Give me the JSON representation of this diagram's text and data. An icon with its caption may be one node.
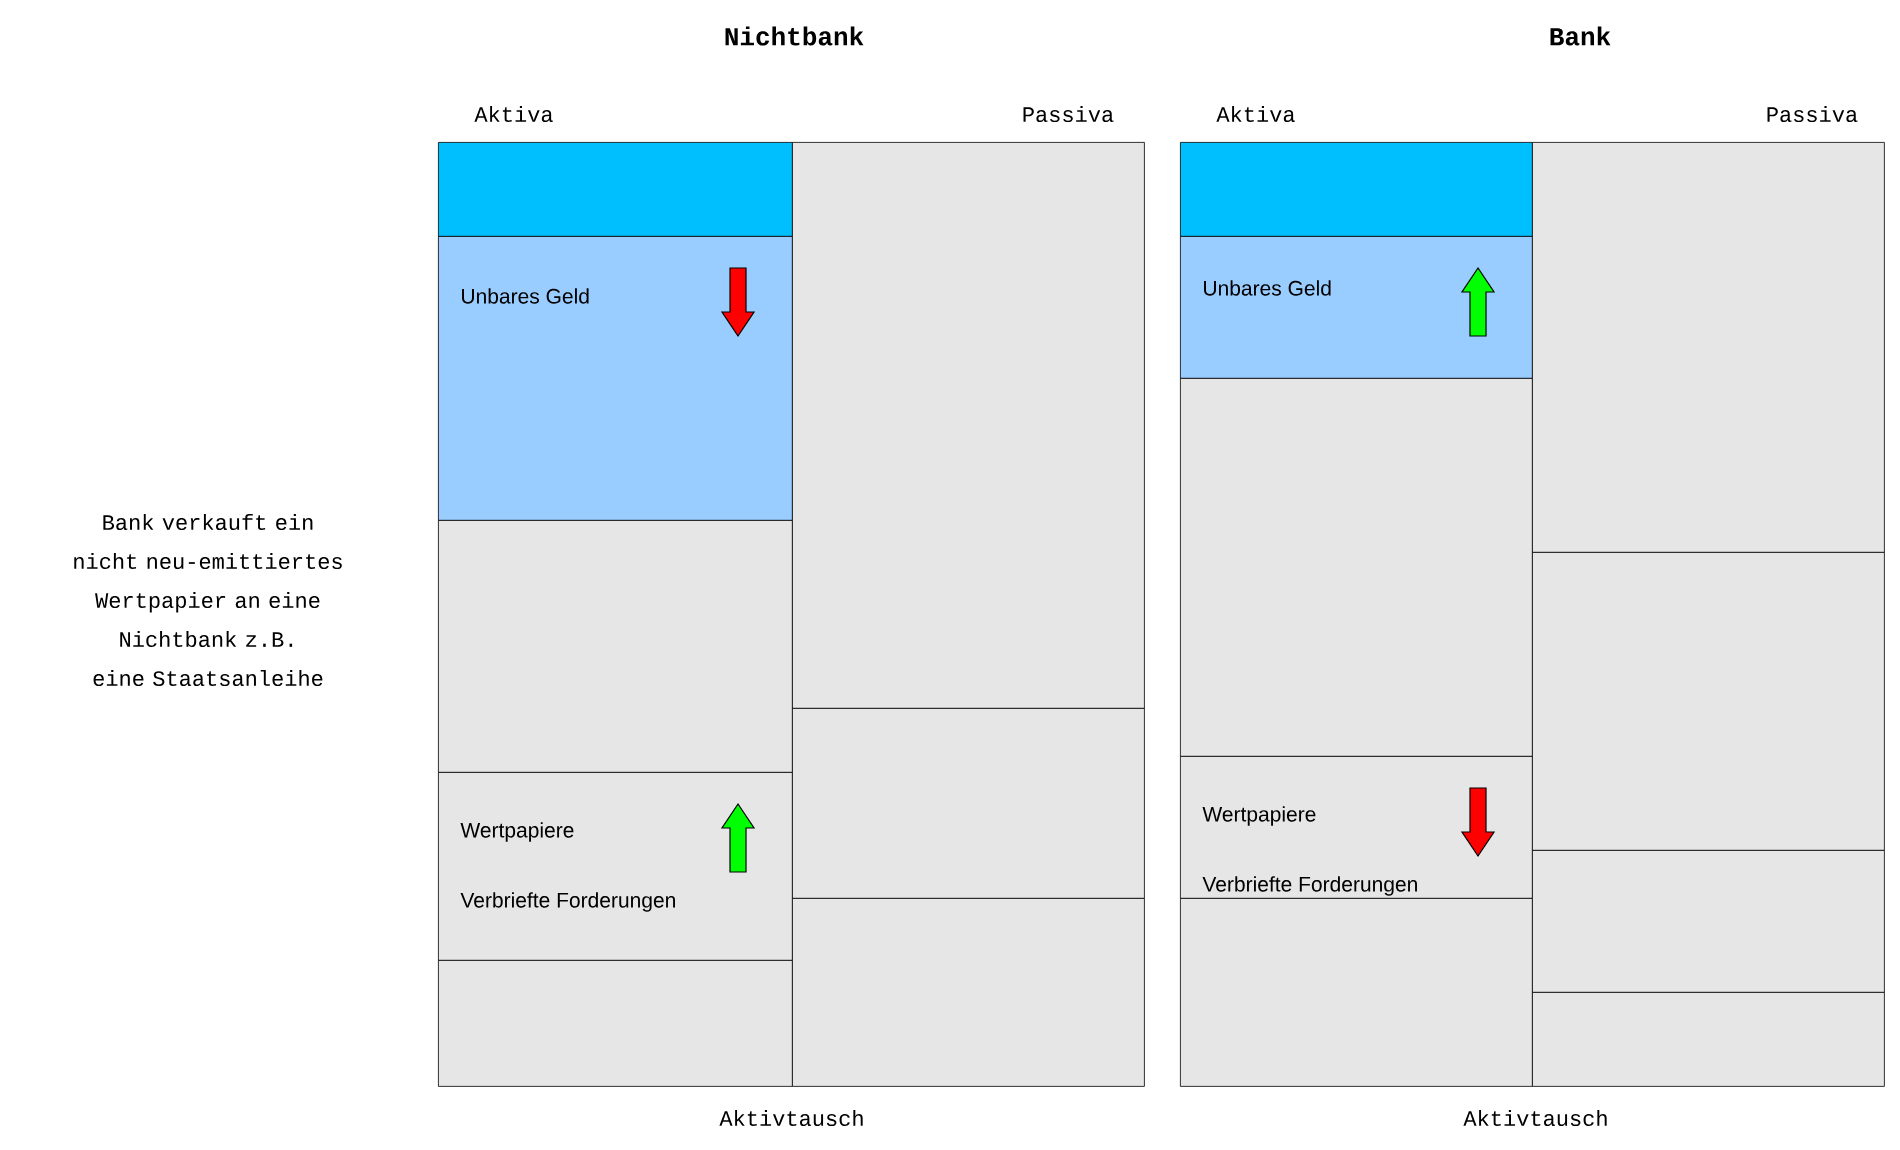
{
  "diagram": {
    "nodes": [
      {
        "text": [],
        "shape": "box"
      },
      {
        "text": [
          "Unbares Geld"
        ]
      },
      {
        "text": [],
        "shape": "box"
      },
      {
        "text": [
          "Wertpapiere",
          "Verbriefte Forderungen"
        ]
      },
      {
        "text": [],
        "shape": "box"
      },
      {
        "text": [],
        "shape": "box"
      },
      {
        "text": [],
        "shape": "box"
      },
      {
        "text": [],
        "shape": "box"
      },
      {
        "text": [],
        "shape": "box"
      },
      {
        "text": [
          "Unbares Geld"
        ]
      },
      {
        "text": [],
        "shape": "box"
      },
      {
        "text": [
          "Wertpapiere",
          "Verbriefte Forderungen"
        ]
      },
      {
        "text": [],
        "shape": "box"
      },
      {
        "text": [],
        "shape": "box"
      },
      {
        "text": [],
        "shape": "box"
      },
      {
        "text": [],
        "shape": "box"
      },
      {
        "text": [],
        "shape": "box"
      }
    ],
    "labels": [
      "Nichtbank",
      "Bank",
      "Aktiva",
      "Passiva",
      "Aktiva",
      "Passiva",
      "Bank verkauft ein nicht neu-emittiertes Wertpapier an eine Nichtbank z.B. eine Staatsanleihe",
      "Aktivtausch",
      "Aktivtausch"
    ]
  }
}
